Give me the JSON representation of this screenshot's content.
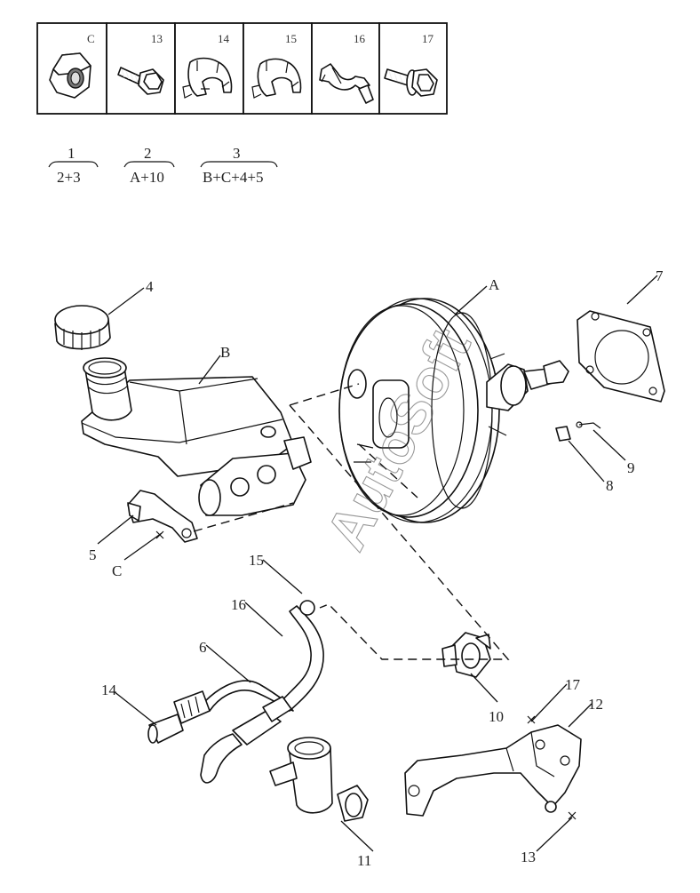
{
  "header_cells": [
    {
      "id": "C",
      "icon": "nut-icon"
    },
    {
      "id": "13",
      "icon": "bolt-icon"
    },
    {
      "id": "14",
      "icon": "hose-clamp-icon"
    },
    {
      "id": "15",
      "icon": "hose-clamp-icon"
    },
    {
      "id": "16",
      "icon": "clip-icon"
    },
    {
      "id": "17",
      "icon": "flange-bolt-icon"
    }
  ],
  "groups": [
    {
      "id": "1",
      "contents": "2+3"
    },
    {
      "id": "2",
      "contents": "A+10"
    },
    {
      "id": "3",
      "contents": "B+C+4+5"
    }
  ],
  "callouts": [
    "4",
    "B",
    "A",
    "7",
    "9",
    "8",
    "5",
    "C",
    "15",
    "16",
    "6",
    "14",
    "10",
    "17",
    "12",
    "11",
    "13"
  ],
  "watermark": "AutoSoft"
}
